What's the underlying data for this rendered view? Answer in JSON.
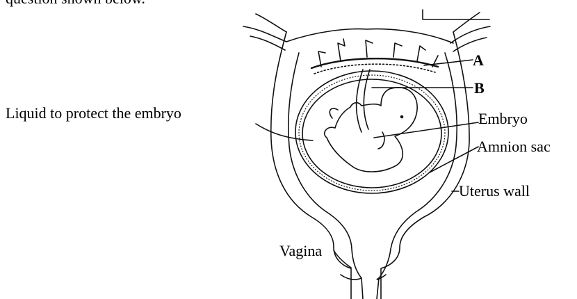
{
  "header_fragment": "question shown below.",
  "labels": {
    "a": "A",
    "b": "B",
    "liquid": "Liquid to protect the embryo",
    "embryo": "Embryo",
    "amnion": "Amnion sac",
    "uterus": "Uterus wall",
    "vagina": "Vagina"
  }
}
